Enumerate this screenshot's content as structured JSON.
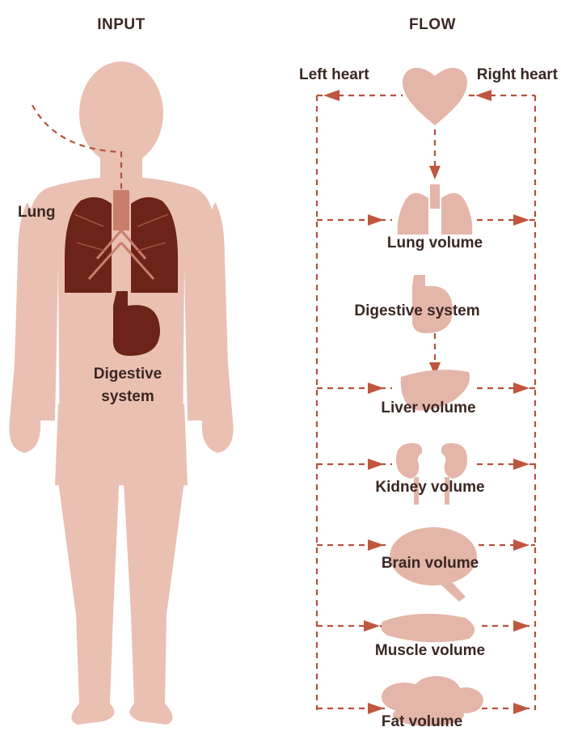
{
  "headings": {
    "input": "INPUT",
    "flow": "FLOW"
  },
  "body_labels": {
    "lung": "Lung",
    "digestive_line1": "Digestive",
    "digestive_line2": "system"
  },
  "flow_labels": {
    "left_heart": "Left heart",
    "right_heart": "Right heart",
    "lung": "Lung volume",
    "digestive": "Digestive system",
    "liver": "Liver volume",
    "kidney": "Kidney volume",
    "brain": "Brain volume",
    "muscle": "Muscle volume",
    "fat": "Fat volume"
  },
  "colors": {
    "body": "#eac0b3",
    "organ_light": "#e4b6a9",
    "organ_dark": "#6b2417",
    "arrows": "#c0563f",
    "text": "#3a2723"
  }
}
